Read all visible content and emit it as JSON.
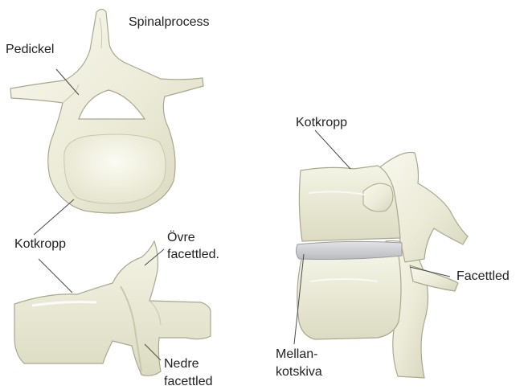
{
  "labels": {
    "spinalprocess": "Spinalprocess",
    "pedickel": "Pedickel",
    "kotkropp_top": "Kotkropp",
    "ovre_line1": "Övre",
    "ovre_line2": "facettled.",
    "nedre_line1": "Nedre",
    "nedre_line2": "facettled",
    "kotkropp_side": "Kotkropp",
    "facettled": "Facettled",
    "mellan_line1": "Mellan-",
    "mellan_line2": "kotskiva"
  },
  "colors": {
    "bone": "#ecebd9",
    "bone_light": "#f7f7ec",
    "bone_shade": "#c9c8ad",
    "outline": "#a9a88d",
    "disc": "#c8cace",
    "leader": "#4a4a4a",
    "background": "#ffffff"
  }
}
